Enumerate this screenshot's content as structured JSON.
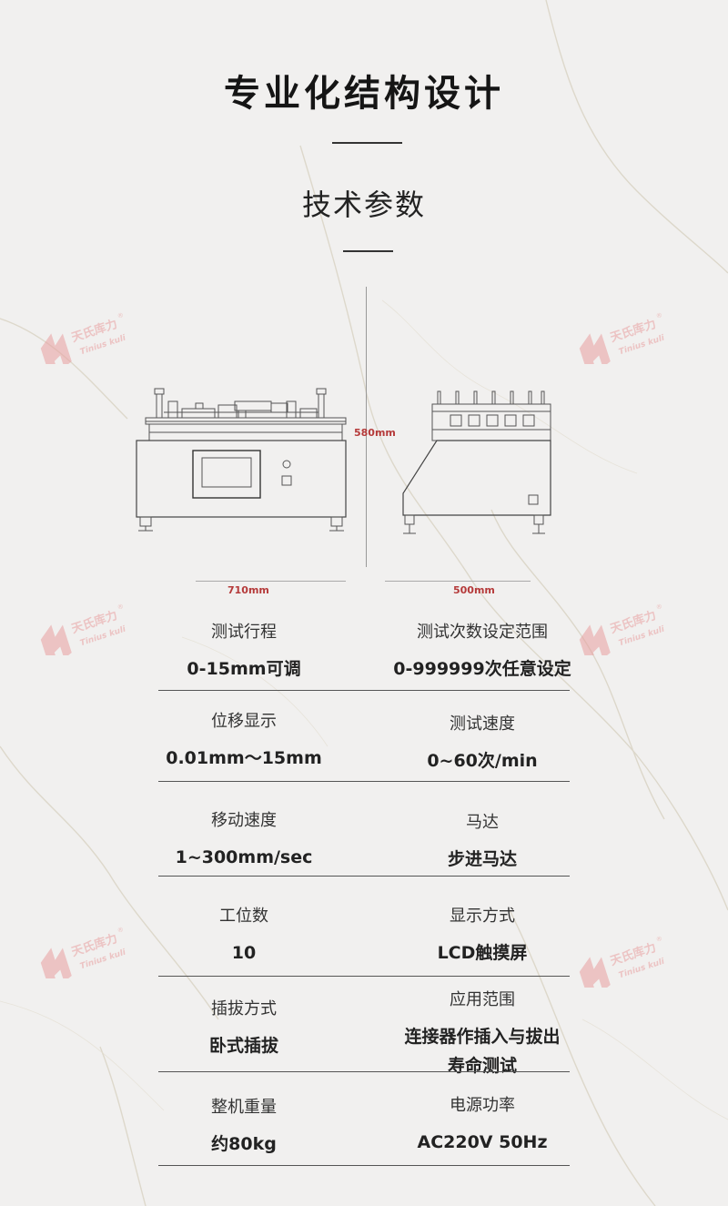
{
  "header": {
    "title": "专业化结构设计",
    "subtitle": "技术参数"
  },
  "brand": {
    "name_cn": "天氏库力",
    "name_en": "Tinius kuli",
    "mark": "®",
    "color": "#e8a0a0"
  },
  "dimensions": {
    "width": "710mm",
    "height": "580mm",
    "depth": "500mm",
    "label_color": "#b53a3a"
  },
  "specs": [
    {
      "left": {
        "label": "测试行程",
        "value": "0-15mm可调"
      },
      "right": {
        "label": "测试次数设定范围",
        "value": "0-999999次任意设定"
      }
    },
    {
      "left": {
        "label": "位移显示",
        "value": "0.01mm～15mm"
      },
      "right": {
        "label": "测试速度",
        "value": "0~60次/min"
      }
    },
    {
      "left": {
        "label": "移动速度",
        "value": "1~300mm/sec"
      },
      "right": {
        "label": "马达",
        "value": "步进马达"
      }
    },
    {
      "left": {
        "label": "工位数",
        "value": "10"
      },
      "right": {
        "label": "显示方式",
        "value": "LCD触摸屏"
      }
    },
    {
      "left": {
        "label": "插拔方式",
        "value": "卧式插拔"
      },
      "right": {
        "label": "应用范围",
        "value": "连接器作插入与拔出\n寿命测试"
      }
    },
    {
      "left": {
        "label": "整机重量",
        "value": "约80kg"
      },
      "right": {
        "label": "电源功率",
        "value": "AC220V 50Hz"
      }
    }
  ]
}
